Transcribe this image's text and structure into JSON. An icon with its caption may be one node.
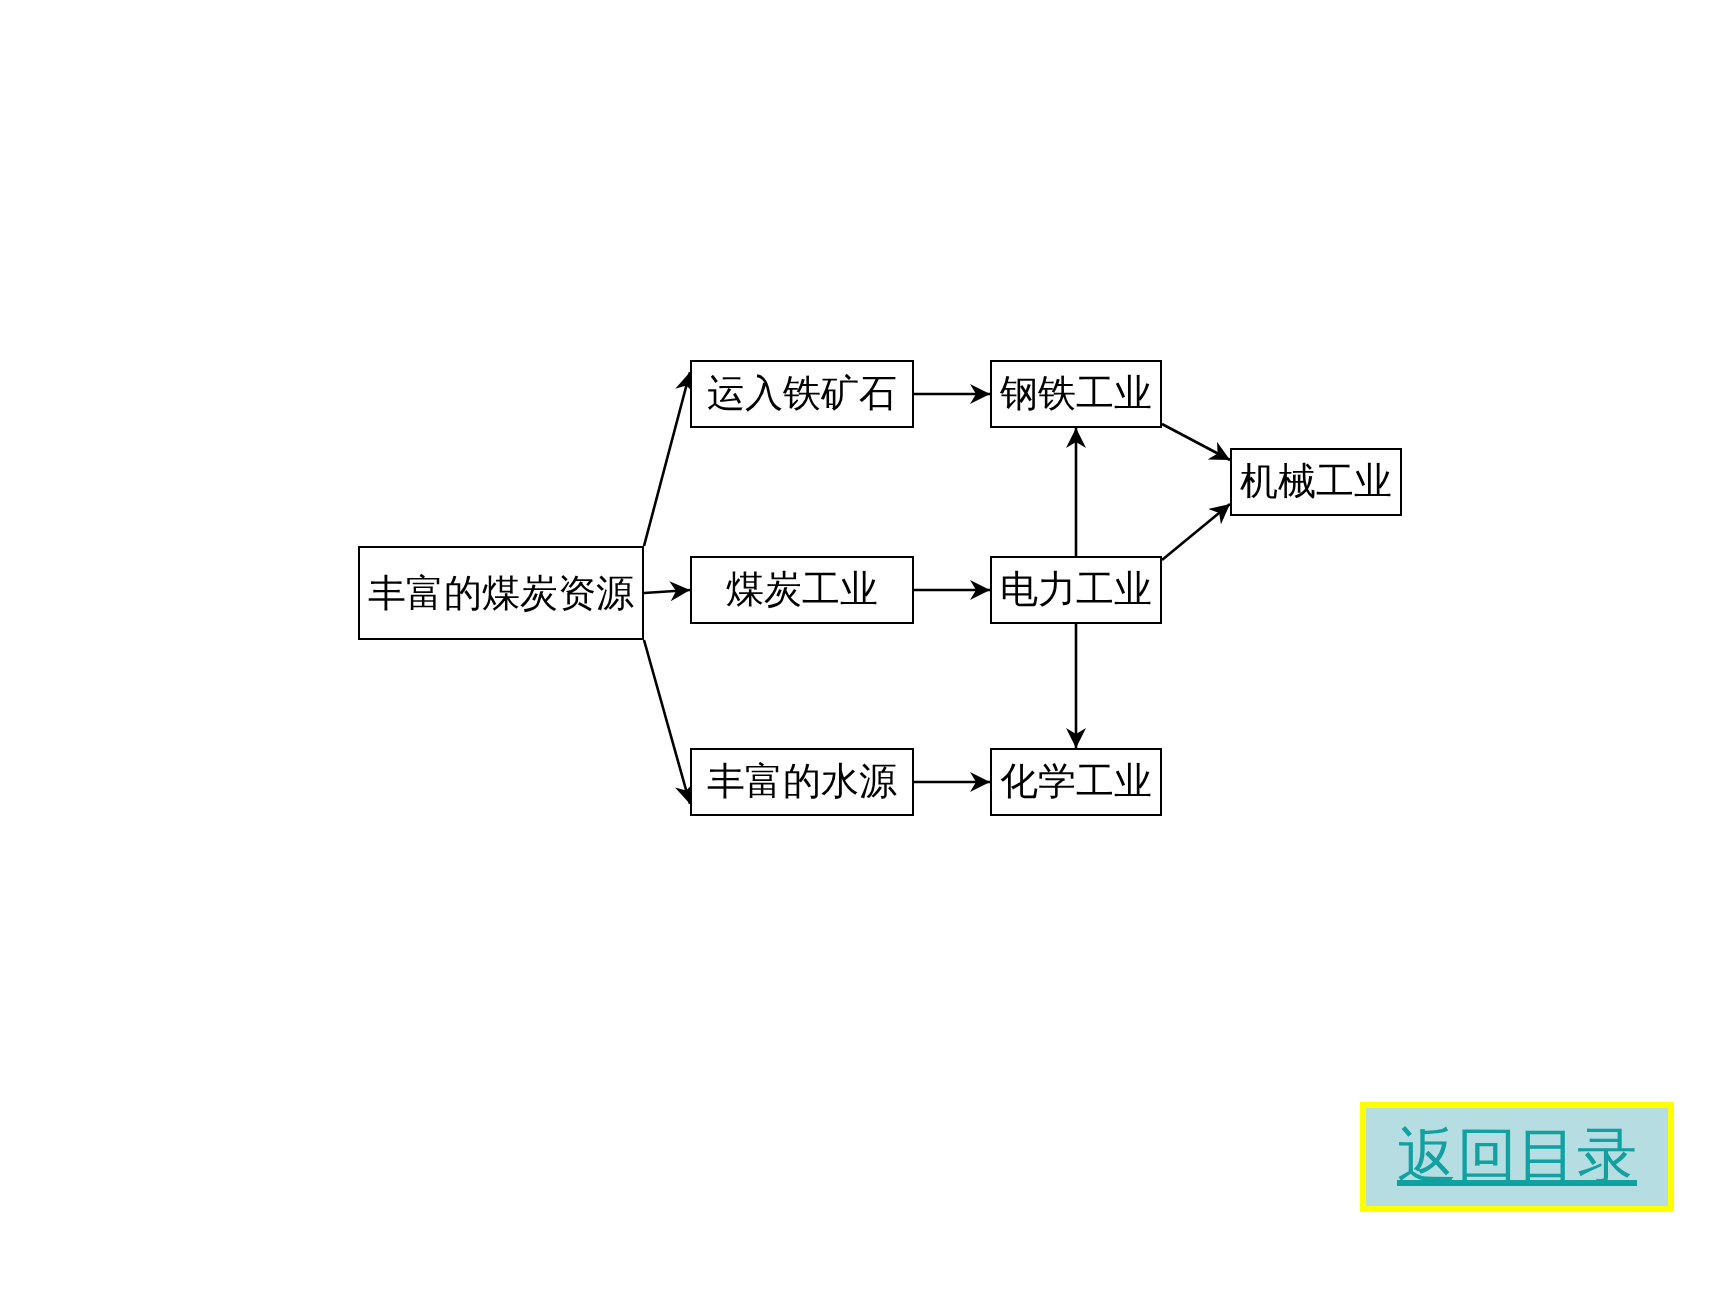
{
  "diagram": {
    "nodes": [
      {
        "text": [
          "丰富的煤炭资源"
        ]
      },
      {
        "text": [
          "运入铁矿石"
        ]
      },
      {
        "text": [
          "煤炭工业"
        ]
      },
      {
        "text": [
          "丰富的水源"
        ]
      },
      {
        "text": [
          "钢铁工业"
        ]
      },
      {
        "text": [
          "电力工业"
        ]
      },
      {
        "text": [
          "化学工业"
        ]
      },
      {
        "text": [
          "机械工业"
        ]
      }
    ],
    "edges": [
      {
        "from": 0,
        "to": 1,
        "arrow": "to"
      },
      {
        "from": 0,
        "to": 2,
        "arrow": "to"
      },
      {
        "from": 0,
        "to": 3,
        "arrow": "to"
      },
      {
        "from": 1,
        "to": 4,
        "arrow": "to"
      },
      {
        "from": 2,
        "to": 5,
        "arrow": "to"
      },
      {
        "from": 3,
        "to": 6,
        "arrow": "to"
      },
      {
        "from": 5,
        "to": 4,
        "arrow": "to"
      },
      {
        "from": 5,
        "to": 6,
        "arrow": "to"
      },
      {
        "from": 4,
        "to": 7,
        "arrow": "to"
      },
      {
        "from": 5,
        "to": 7,
        "arrow": "to"
      }
    ],
    "labels": [
      "返回目录"
    ]
  }
}
